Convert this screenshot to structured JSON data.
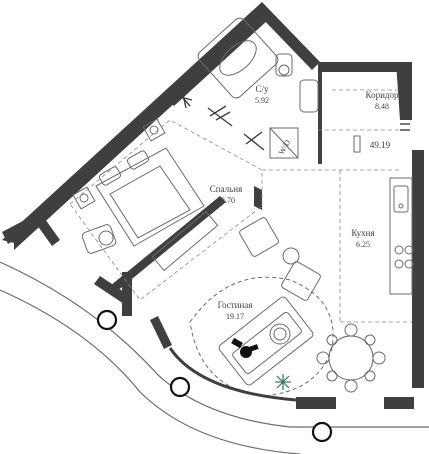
{
  "rooms": {
    "bathroom": {
      "name": "С/у",
      "area": "5.92"
    },
    "corridor": {
      "name": "Коридор",
      "area": "8.48"
    },
    "bedroom": {
      "name": "Спальня",
      "area": "13.70"
    },
    "kitchen": {
      "name": "Кухня",
      "area": "6.25"
    },
    "living": {
      "name": "Гостиная",
      "area": "19.17"
    }
  },
  "total_area": "49.19",
  "wd_label": "W/D",
  "colors": {
    "wall": "#3f3f3f",
    "line": "#6b6b6b",
    "dash": "#8a8a8a",
    "plant": "#2f7d4a"
  }
}
